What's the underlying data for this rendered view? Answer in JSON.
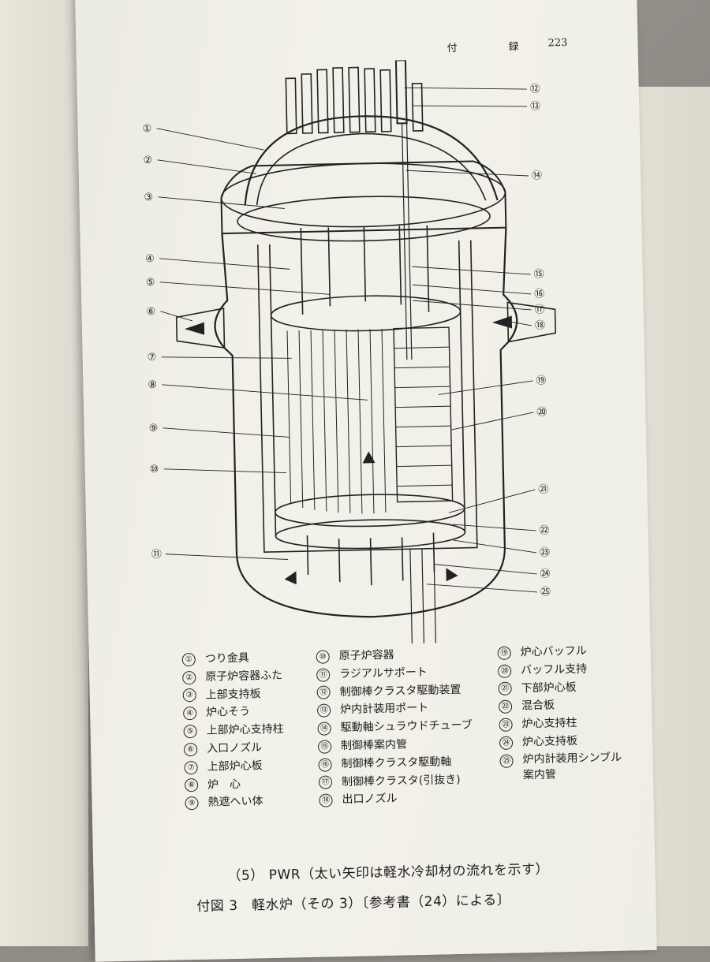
{
  "running_head": {
    "left": "付",
    "middle": "録",
    "page_number": "223"
  },
  "figure": {
    "callouts_left": [
      "①",
      "②",
      "③",
      "④",
      "⑤",
      "⑥",
      "⑦",
      "⑧",
      "⑨",
      "⑩",
      "⑪"
    ],
    "callouts_right": [
      "⑫",
      "⑬",
      "⑭",
      "⑮",
      "⑯",
      "⑰",
      "⑱",
      "⑲",
      "⑳",
      "㉑",
      "㉒",
      "㉓",
      "㉔",
      "㉕"
    ]
  },
  "legend": {
    "columns": [
      [
        {
          "num": "①",
          "text": "つり金具"
        },
        {
          "num": "②",
          "text": "原子炉容器ふた"
        },
        {
          "num": "③",
          "text": "上部支持板"
        },
        {
          "num": "④",
          "text": "炉心そう"
        },
        {
          "num": "⑤",
          "text": "上部炉心支持柱"
        },
        {
          "num": "⑥",
          "text": "入口ノズル"
        },
        {
          "num": "⑦",
          "text": "上部炉心板"
        },
        {
          "num": "⑧",
          "text": "炉　心"
        },
        {
          "num": "⑨",
          "text": "熱遮へい体"
        }
      ],
      [
        {
          "num": "⑩",
          "text": "原子炉容器"
        },
        {
          "num": "⑪",
          "text": "ラジアルサポート"
        },
        {
          "num": "⑫",
          "text": "制御棒クラスタ駆動装置"
        },
        {
          "num": "⑬",
          "text": "炉内計装用ポート"
        },
        {
          "num": "⑭",
          "text": "駆動軸シュラウドチューブ"
        },
        {
          "num": "⑮",
          "text": "制御棒案内管"
        },
        {
          "num": "⑯",
          "text": "制御棒クラスタ駆動軸"
        },
        {
          "num": "⑰",
          "text": "制御棒クラスタ(引抜き)"
        },
        {
          "num": "⑱",
          "text": "出口ノズル"
        }
      ],
      [
        {
          "num": "⑲",
          "text": "炉心バッフル"
        },
        {
          "num": "⑳",
          "text": "バッフル支持"
        },
        {
          "num": "㉑",
          "text": "下部炉心板"
        },
        {
          "num": "㉒",
          "text": "混合板"
        },
        {
          "num": "㉓",
          "text": "炉心支持柱"
        },
        {
          "num": "㉔",
          "text": "炉心支持板"
        },
        {
          "num": "㉕",
          "text": "炉内計装用シンブル案内管"
        }
      ]
    ]
  },
  "caption": {
    "sub": "（5） PWR（太い矢印は軽水冷却材の流れを示す）",
    "main": "付図 3　軽水炉（その 3）〔参考書（24）による〕"
  }
}
